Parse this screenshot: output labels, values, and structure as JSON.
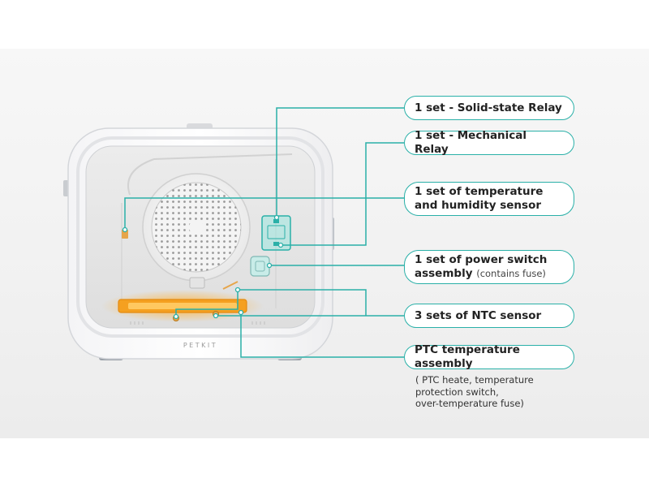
{
  "device": {
    "brand": "PETKIT",
    "colors": {
      "accent": "#2ab0a8",
      "heater": "#f5a020",
      "body": "#ffffff",
      "window": "#e6e6e6"
    }
  },
  "callouts": [
    {
      "id": "solid-state-relay",
      "label": "1 set - Solid-state Relay",
      "sub": ""
    },
    {
      "id": "mechanical-relay",
      "label": "1 set - Mechanical Relay",
      "sub": ""
    },
    {
      "id": "temp-humidity-sensor",
      "label": "1 set of temperature and humidity sensor",
      "sub": ""
    },
    {
      "id": "power-switch",
      "label": "1 set of power switch assembly",
      "sub": "(contains fuse)"
    },
    {
      "id": "ntc-sensor",
      "label": "3 sets of NTC sensor",
      "sub": ""
    },
    {
      "id": "ptc-assembly",
      "label": "PTC temperature assembly",
      "sub": ""
    }
  ],
  "ptc_note": {
    "lines": [
      " ( PTC heate, temperature",
      "protection switch,",
      "over-temperature fuse)"
    ]
  }
}
